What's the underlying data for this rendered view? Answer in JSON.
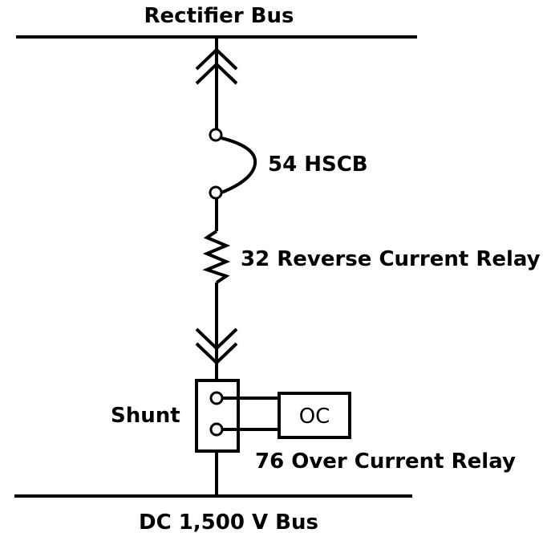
{
  "labels": {
    "rectifier_bus": "Rectifier Bus",
    "hscb": "54 HSCB",
    "reverse_relay": "32 Reverse Current Relay",
    "shunt": "Shunt",
    "oc_box": "OC",
    "over_current_relay": "76 Over Current Relay",
    "dc_bus": "DC 1,500 V Bus"
  }
}
